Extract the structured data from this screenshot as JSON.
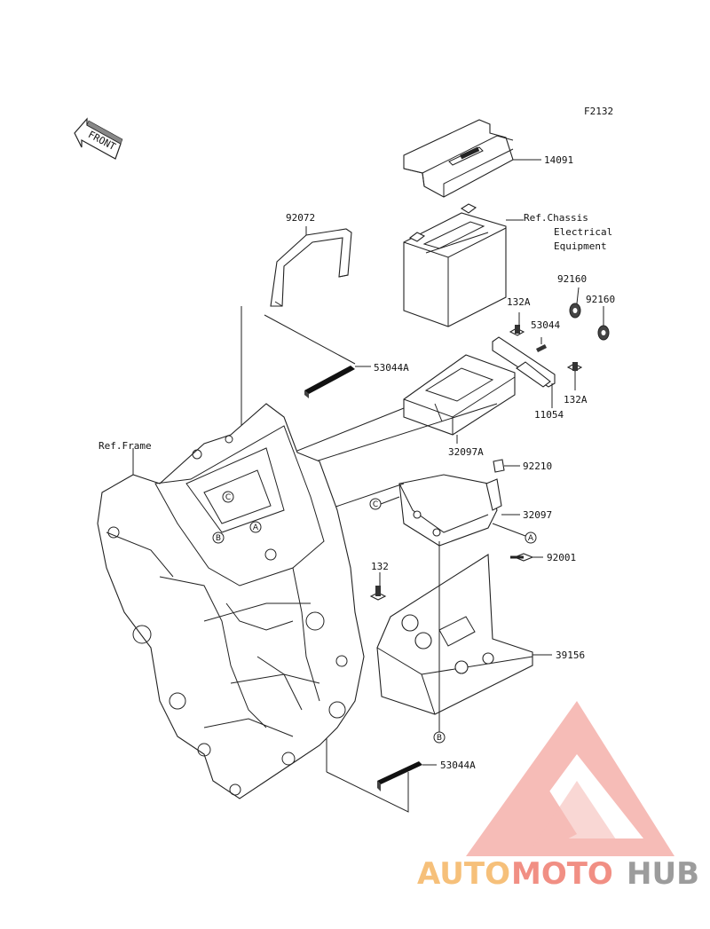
{
  "figure_code": "F2132",
  "front_marker": "FRONT",
  "parts": {
    "p14091": "14091",
    "ref_chassis_1": "Ref.Chassis",
    "ref_chassis_2": "Electrical",
    "ref_chassis_3": "Equipment",
    "p92072": "92072",
    "p92160a": "92160",
    "p92160b": "92160",
    "p132a_top": "132A",
    "p53044": "53044",
    "p53044a_top": "53044A",
    "p132a_right": "132A",
    "p11054": "11054",
    "p32097a": "32097A",
    "ref_frame": "Ref.Frame",
    "p92210": "92210",
    "p32097": "32097",
    "p92001": "92001",
    "p132": "132",
    "p39156": "39156",
    "p53044a_bottom": "53044A"
  },
  "callouts": {
    "a": "A",
    "b": "B",
    "c": "C"
  },
  "watermark": {
    "auto": "AUTO",
    "moto": "MOTO",
    "hub": "HUB",
    "color_auto": "#f6c07a",
    "color_moto": "#f18f84",
    "color_hub": "#9c9c9c",
    "logo_color": "#f4a6a0"
  }
}
